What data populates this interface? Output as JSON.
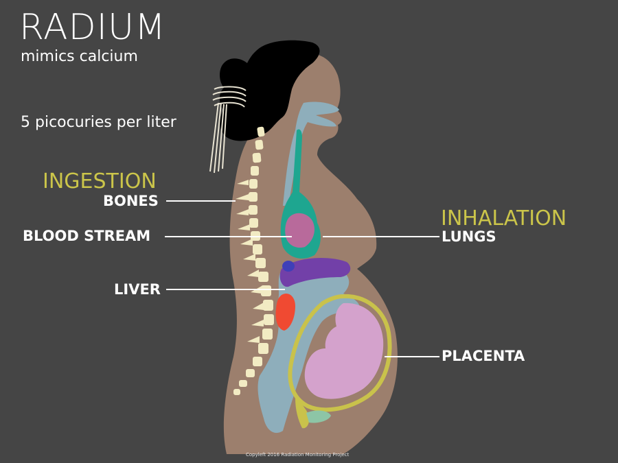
{
  "title": "RADIUM",
  "subtitle": "mimics calcium",
  "concentration": "5 picocuries per liter",
  "pathways": {
    "ingestion": "INGESTION",
    "inhalation": "INHALATION"
  },
  "labels": {
    "bones": "BONES",
    "blood_stream": "BLOOD STREAM",
    "liver": "LIVER",
    "lungs": "LUNGS",
    "placenta": "PLACENTA"
  },
  "copyright": "Copyleft 2016 Radiation Monitoring Project",
  "colors": {
    "background": "#454545",
    "skin": "#9c7f6d",
    "hair": "#000000",
    "spine": "#f2ebc3",
    "airway_gut": "#8eaebb",
    "trachea": "#1ea690",
    "heart": "#b86a9b",
    "stomach": "#7240a8",
    "liver": "#f04a32",
    "placenta": "#c9c24b",
    "fetus": "#d4a2cc",
    "accent_text": "#cbc54a"
  }
}
